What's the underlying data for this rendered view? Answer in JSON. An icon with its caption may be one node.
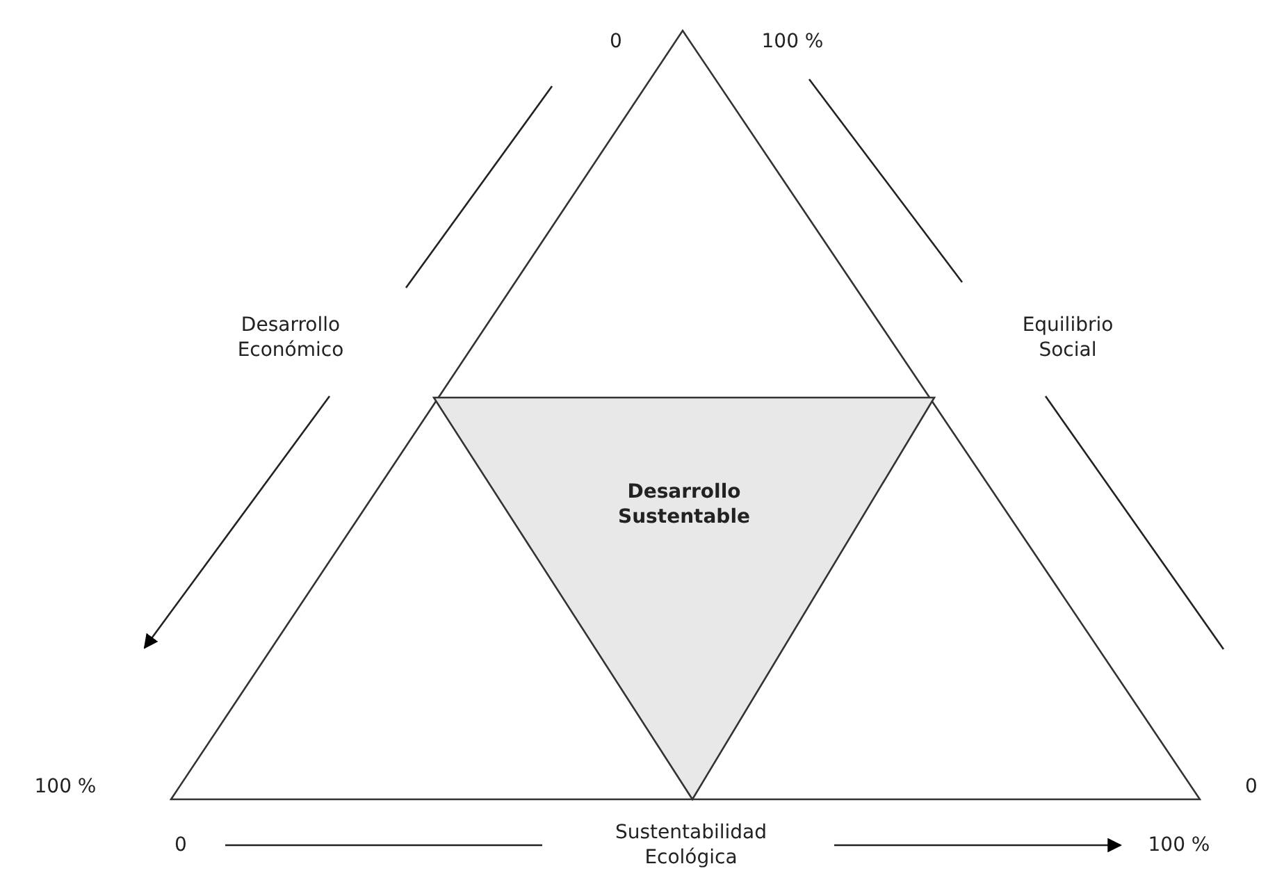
{
  "diagram": {
    "nodes": [
      {
        "text": [],
        "shape": "triangle"
      },
      {
        "text": [
          "Desarrollo Sustentable"
        ],
        "in": 0
      }
    ],
    "edges": [],
    "labels": [
      "0",
      "100 %",
      "Desarrollo Económico",
      "Equilibrio Social",
      "100 %",
      "0",
      "Sustentabilidad Ecológica",
      "0",
      "100 %"
    ]
  }
}
